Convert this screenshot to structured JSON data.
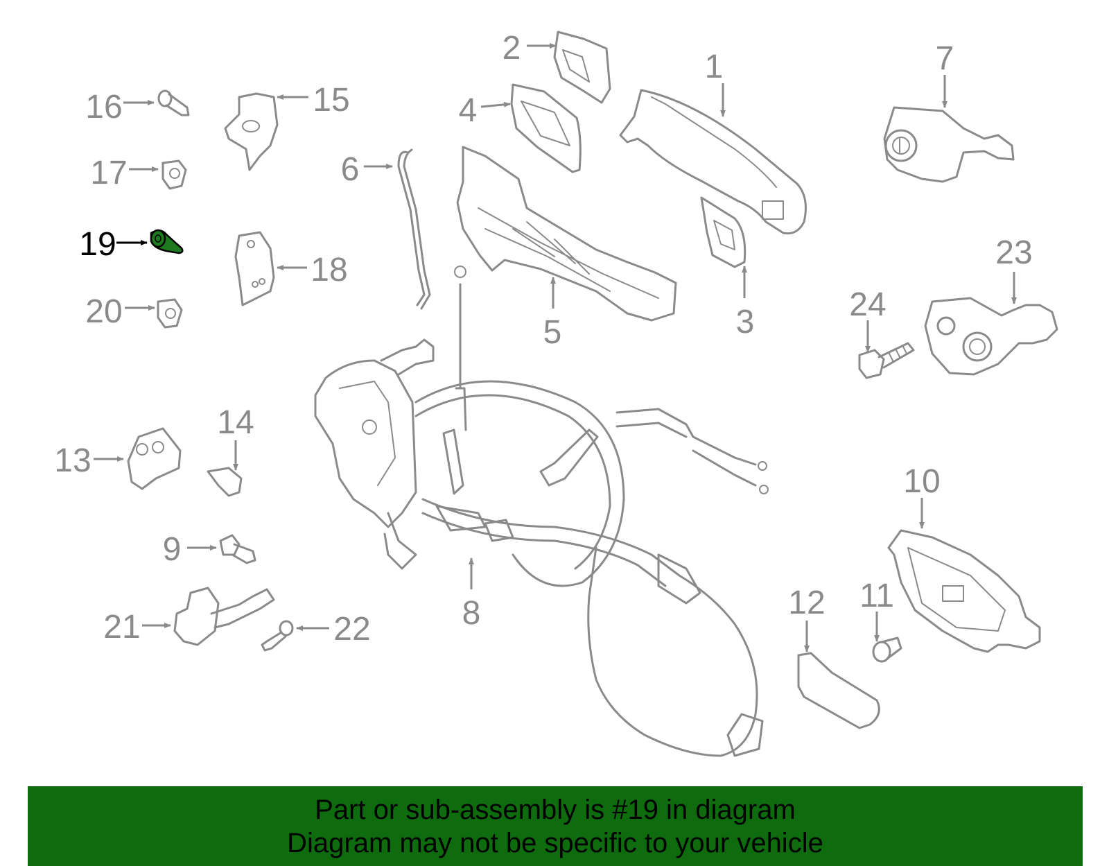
{
  "colors": {
    "line": "#8a8a8a",
    "highlight_fill": "#1e7a1e",
    "highlight_text": "#000000",
    "banner_bg": "#0e6b0e"
  },
  "callouts": [
    "1",
    "2",
    "3",
    "4",
    "5",
    "6",
    "7",
    "8",
    "9",
    "10",
    "11",
    "12",
    "13",
    "14",
    "15",
    "16",
    "17",
    "18",
    "19",
    "20",
    "21",
    "22",
    "23",
    "24"
  ],
  "highlighted_callout": "19",
  "banner": {
    "line1": "Part or sub-assembly is #19 in diagram",
    "line2": "Diagram may not be specific to your vehicle"
  }
}
